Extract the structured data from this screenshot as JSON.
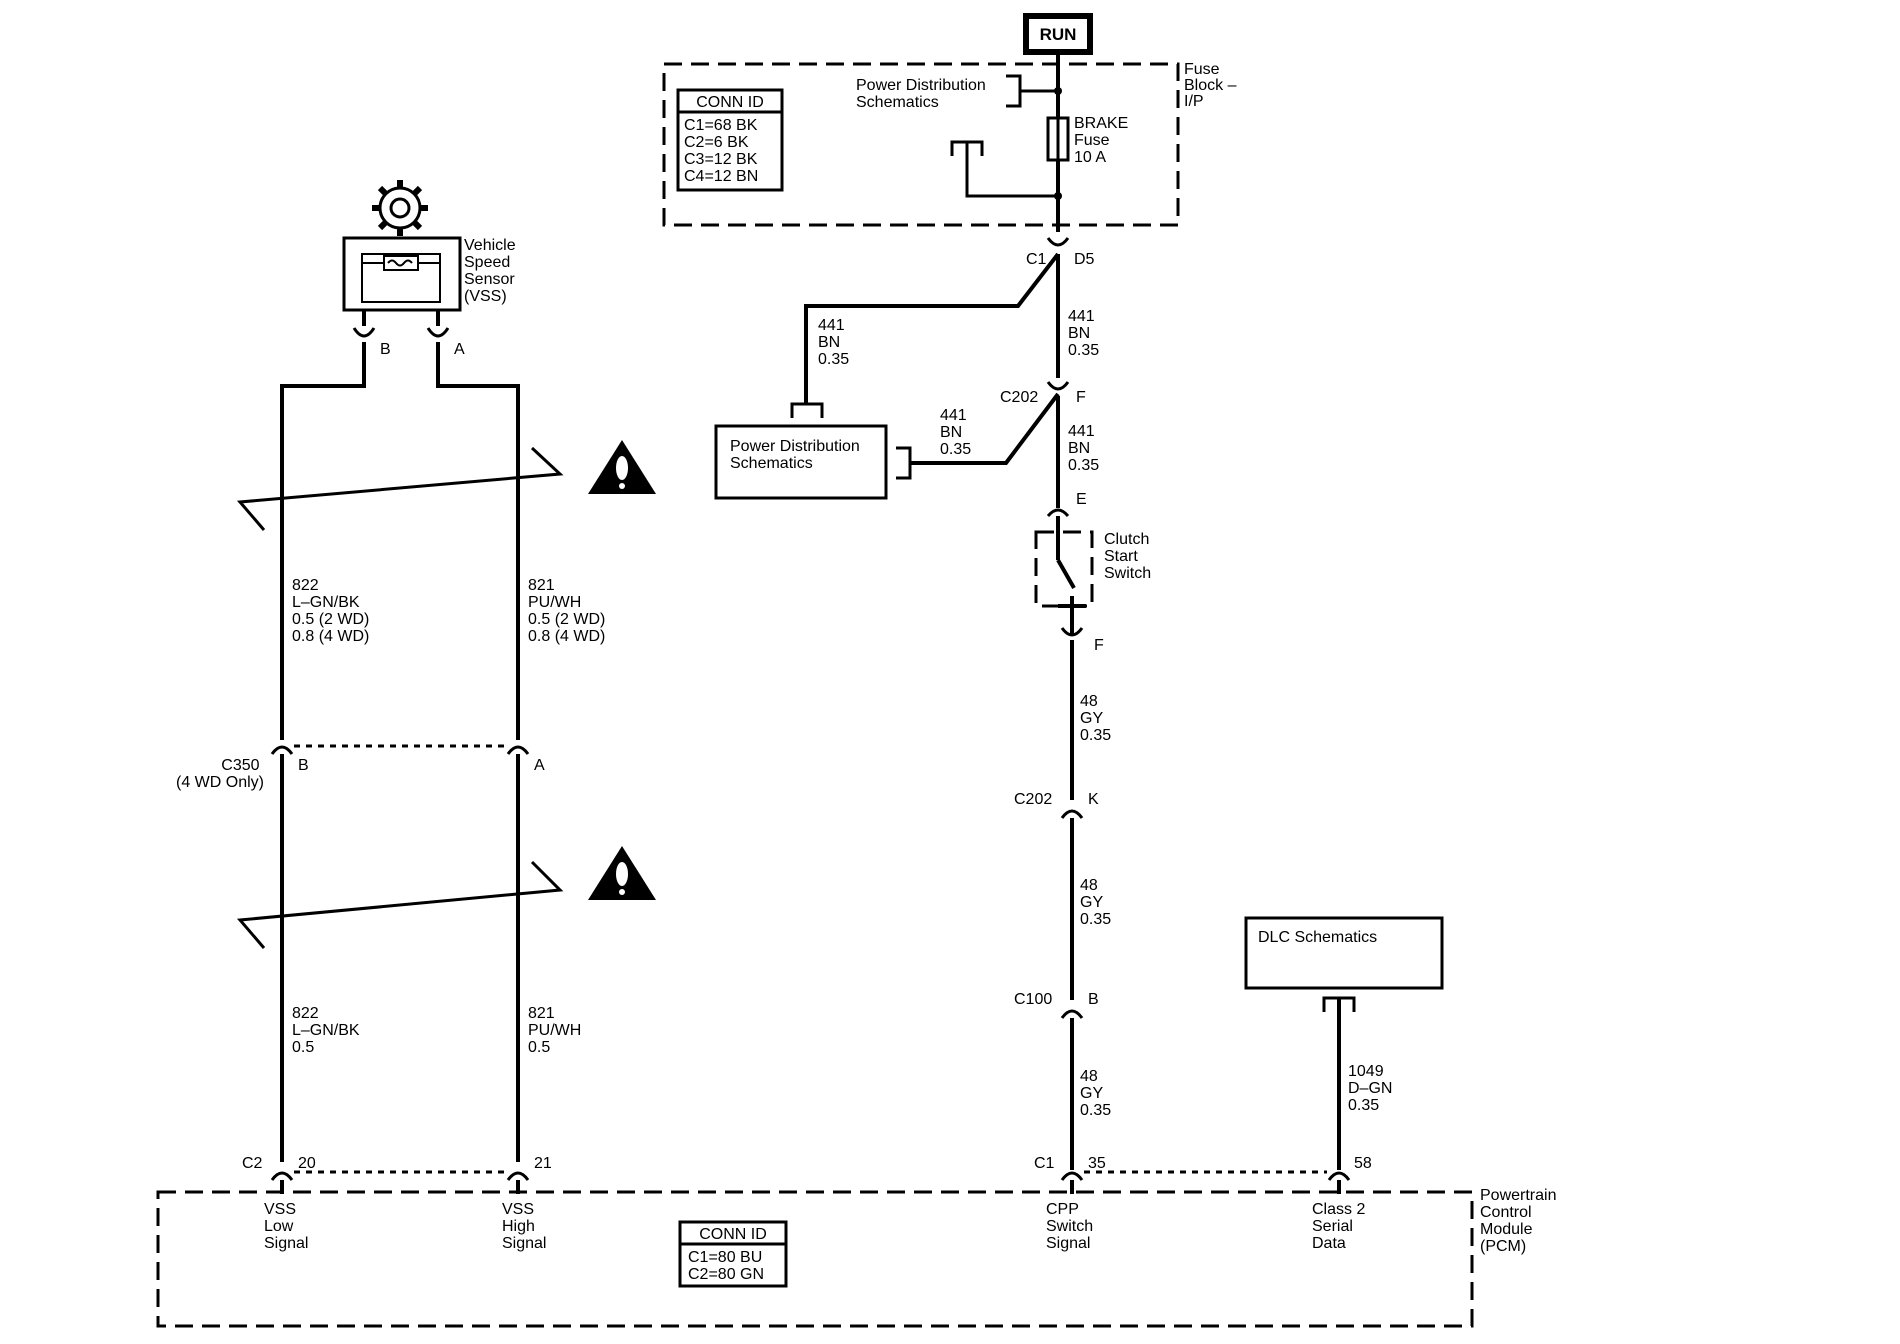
{
  "run": "RUN",
  "fuse_block": {
    "name": [
      "Fuse",
      "Block –",
      "I/P"
    ],
    "conn_id_title": "CONN ID",
    "conn_ids": [
      "C1=68 BK",
      "C2=6 BK",
      "C3=12 BK",
      "C4=12 BN"
    ],
    "pd_ref": [
      "Power Distribution",
      "Schematics"
    ],
    "fuse": [
      "BRAKE",
      "Fuse",
      "10 A"
    ]
  },
  "vss": {
    "name": [
      "Vehicle",
      "Speed",
      "Sensor",
      "(VSS)"
    ],
    "pin_b": "B",
    "pin_a": "A"
  },
  "wires": {
    "w822_top": [
      "822",
      "L–GN/BK",
      "0.5 (2 WD)",
      "0.8 (4 WD)"
    ],
    "w821_top": [
      "821",
      "PU/WH",
      "0.5 (2 WD)",
      "0.8 (4 WD)"
    ],
    "w822_bot": [
      "822",
      "L–GN/BK",
      "0.5"
    ],
    "w821_bot": [
      "821",
      "PU/WH",
      "0.5"
    ],
    "w441_left": [
      "441",
      "BN",
      "0.35"
    ],
    "w441_a": [
      "441",
      "BN",
      "0.35"
    ],
    "w441_pd2": [
      "441",
      "BN",
      "0.35"
    ],
    "w441_b": [
      "441",
      "BN",
      "0.35"
    ],
    "w48_a": [
      "48",
      "GY",
      "0.35"
    ],
    "w48_b": [
      "48",
      "GY",
      "0.35"
    ],
    "w48_c": [
      "48",
      "GY",
      "0.35"
    ],
    "w1049": [
      "1049",
      "D–GN",
      "0.35"
    ]
  },
  "connectors": {
    "c1_top": "C1",
    "d5": "D5",
    "c202_top": "C202",
    "f_top": "F",
    "e": "E",
    "f_switch": "F",
    "c202_bot": "C202",
    "k": "K",
    "c100": "C100",
    "b_c100": "B",
    "c350": "C350",
    "c350_note": "(4 WD Only)",
    "c350_b": "B",
    "c350_a": "A",
    "c2": "C2",
    "pin20": "20",
    "pin21": "21",
    "c1_bot": "C1",
    "pin35": "35",
    "pin58": "58"
  },
  "pd_box": [
    "Power Distribution",
    "Schematics"
  ],
  "clutch": [
    "Clutch",
    "Start",
    "Switch"
  ],
  "dlc": "DLC Schematics",
  "pcm": {
    "name": [
      "Powertrain",
      "Control",
      "Module",
      "(PCM)"
    ],
    "conn_id_title": "CONN ID",
    "conn_ids": [
      "C1=80 BU",
      "C2=80 GN"
    ],
    "vss_low": [
      "VSS",
      "Low",
      "Signal"
    ],
    "vss_high": [
      "VSS",
      "High",
      "Signal"
    ],
    "cpp": [
      "CPP",
      "Switch",
      "Signal"
    ],
    "class2": [
      "Class 2",
      "Serial",
      "Data"
    ]
  }
}
